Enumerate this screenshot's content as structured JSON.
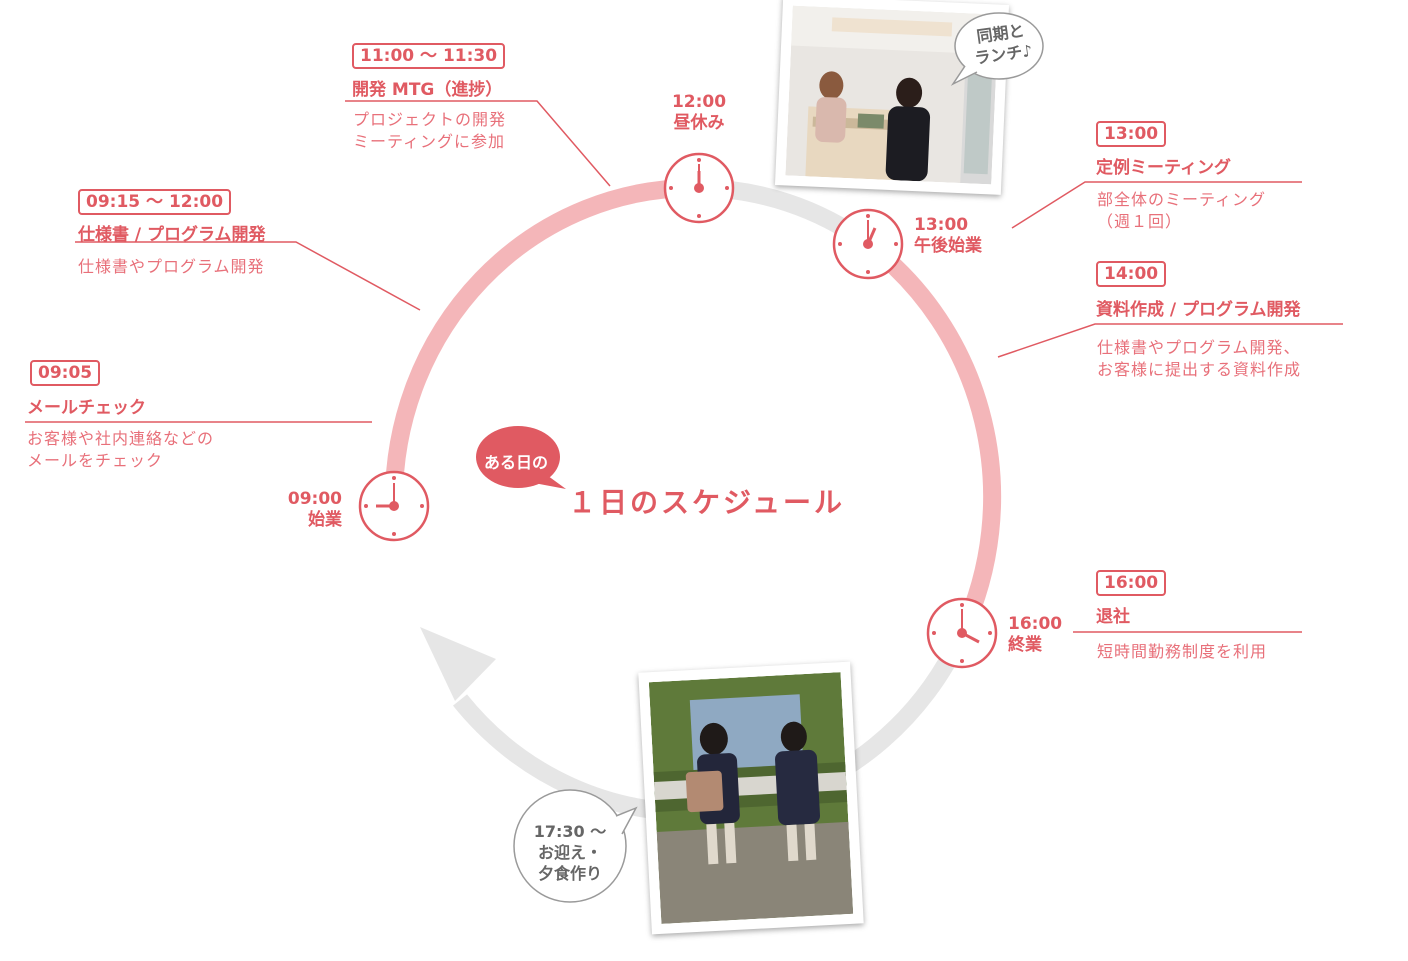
{
  "center": {
    "badge": "ある日の",
    "title": "１日のスケジュール"
  },
  "clocks": [
    {
      "id": "0900",
      "time": "09:00",
      "label": "始業"
    },
    {
      "id": "1200",
      "time": "12:00",
      "label": "昼休み"
    },
    {
      "id": "1300",
      "time": "13:00",
      "label": "午後始業"
    },
    {
      "id": "1600",
      "time": "16:00",
      "label": "終業"
    }
  ],
  "entries": [
    {
      "time": "11:00 〜 11:30",
      "title": "開発 MTG（進捗）",
      "desc": [
        "プロジェクトの開発",
        "ミーティングに参加"
      ]
    },
    {
      "time": "09:15 〜 12:00",
      "title": "仕様書 / プログラム開発",
      "desc": [
        "仕様書やプログラム開発"
      ]
    },
    {
      "time": "09:05",
      "title": "メールチェック",
      "desc": [
        "お客様や社内連絡などの",
        "メールをチェック"
      ]
    },
    {
      "time": "13:00",
      "title": "定例ミーティング",
      "desc": [
        "部全体のミーティング",
        "（週１回）"
      ]
    },
    {
      "time": "14:00",
      "title": "資料作成 / プログラム開発",
      "desc": [
        "仕様書やプログラム開発、",
        "お客様に提出する資料作成"
      ]
    },
    {
      "time": "16:00",
      "title": "退社",
      "desc": [
        "短時間勤務制度を利用"
      ]
    }
  ],
  "bubbles": {
    "lunch": [
      "同期と",
      "ランチ♪"
    ],
    "evening": [
      "17:30 〜",
      "お迎え・",
      "夕食作り"
    ]
  },
  "colors": {
    "accent": "#e05a62",
    "arc_pink": "#f4b6b9",
    "arc_gray": "#e6e6e6"
  }
}
